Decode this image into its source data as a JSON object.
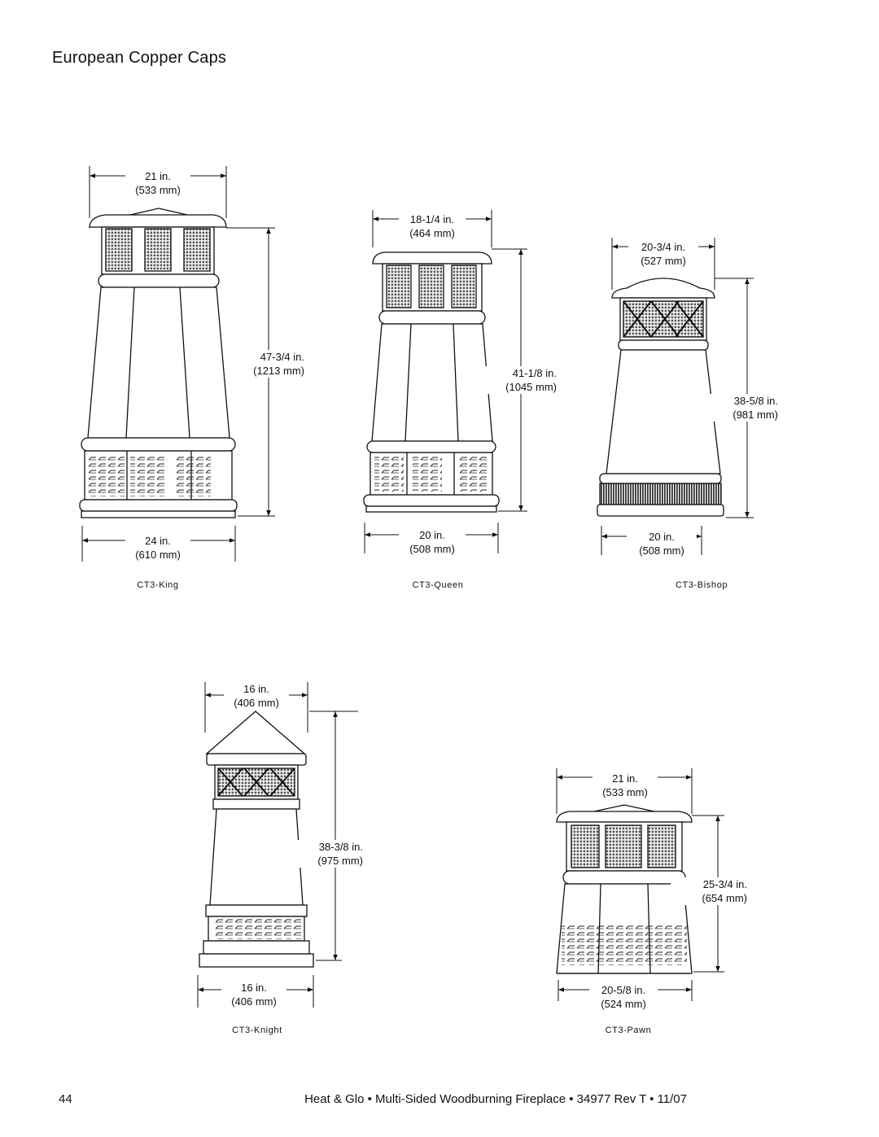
{
  "page": {
    "title": "European Copper Caps"
  },
  "caps": [
    {
      "model": "CT3-King",
      "top_in": "21 in.",
      "top_mm": "(533 mm)",
      "height_in": "47-3/4 in.",
      "height_mm": "(1213 mm)",
      "base_in": "24 in.",
      "base_mm": "(610 mm)"
    },
    {
      "model": "CT3-Queen",
      "top_in": "18-1/4 in.",
      "top_mm": "(464 mm)",
      "height_in": "41-1/8 in.",
      "height_mm": "(1045 mm)",
      "base_in": "20 in.",
      "base_mm": "(508 mm)"
    },
    {
      "model": "CT3-Bishop",
      "top_in": "20-3/4 in.",
      "top_mm": "(527 mm)",
      "height_in": "38-5/8 in.",
      "height_mm": "(981 mm)",
      "base_in": "20 in.",
      "base_mm": "(508 mm)"
    },
    {
      "model": "CT3-Knight",
      "top_in": "16 in.",
      "top_mm": "(406 mm)",
      "height_in": "38-3/8 in.",
      "height_mm": "(975 mm)",
      "base_in": "16 in.",
      "base_mm": "(406 mm)"
    },
    {
      "model": "CT3-Pawn",
      "top_in": "21 in.",
      "top_mm": "(533 mm)",
      "height_in": "25-3/4 in.",
      "height_mm": "(654 mm)",
      "base_in": "20-5/8 in.",
      "base_mm": "(524 mm)"
    }
  ],
  "footer": {
    "page_number": "44",
    "text": "Heat & Glo • Multi-Sided Woodburning Fireplace • 34977 Rev T • 11/07"
  }
}
